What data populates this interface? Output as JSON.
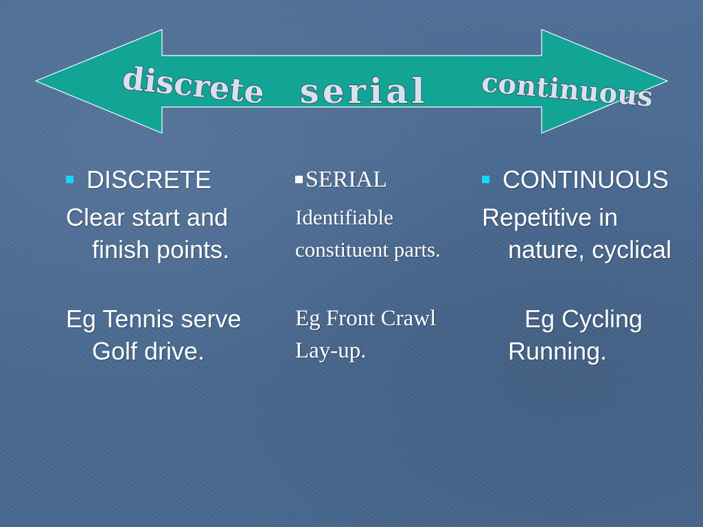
{
  "arrow": {
    "fill": "#12a596",
    "stroke": "#ffffff",
    "labels": [
      "discrete",
      "serial",
      "continuous"
    ]
  },
  "columns": {
    "discrete": {
      "heading": "DISCRETE",
      "definition": "Clear start and finish points.",
      "examples": "Eg Tennis serve Golf drive."
    },
    "serial": {
      "heading": "SERIAL",
      "definition_line1": "Identifiable",
      "definition_line2": "constituent parts.",
      "example_line1": "Eg Front Crawl",
      "example_line2": "Lay-up."
    },
    "continuous": {
      "heading": "CONTINUOUS",
      "definition": "Repetitive in nature, cyclical",
      "examples": "Eg Cycling Running."
    }
  },
  "colors": {
    "background": "#4a6a91",
    "bullet": "#19d6f2",
    "text": "#ffffff"
  }
}
